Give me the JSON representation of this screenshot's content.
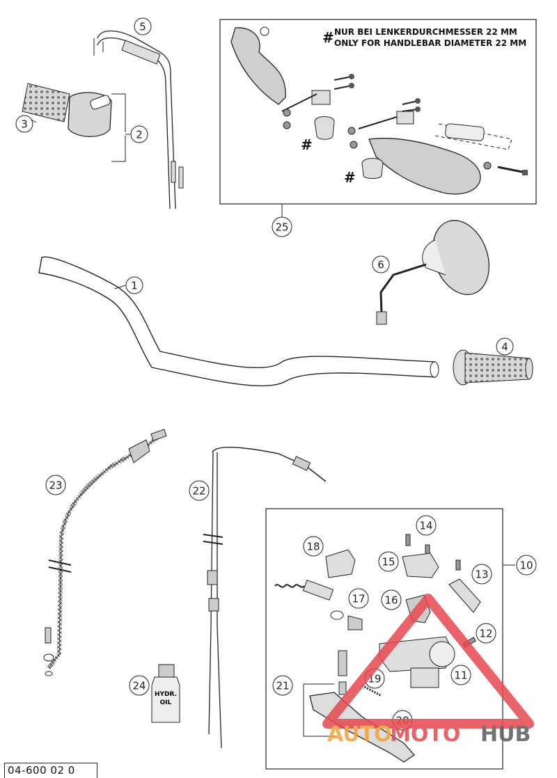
{
  "callouts": [
    "1",
    "2",
    "3",
    "4",
    "5",
    "6",
    "10",
    "11",
    "12",
    "13",
    "14",
    "15",
    "16",
    "17",
    "18",
    "19",
    "20",
    "21",
    "22",
    "23",
    "24",
    "25"
  ],
  "kit_note": {
    "marker": "#",
    "line_de": "NUR BEI LENKERDURCHMESSER 22 MM",
    "line_en": "ONLY FOR HANDLEBAR DIAMETER 22 MM"
  },
  "oil_bottle_label": [
    "HYDR.",
    "OIL"
  ],
  "document_number": "04-600 02 0",
  "watermark": {
    "auto": "AUTO",
    "moto": "MOTO",
    "hub": "HUB"
  },
  "colors": {
    "watermark_red": "#e5484d",
    "watermark_orange": "#f2a33a",
    "watermark_grey": "#5b5b5b",
    "line": "#222222"
  }
}
